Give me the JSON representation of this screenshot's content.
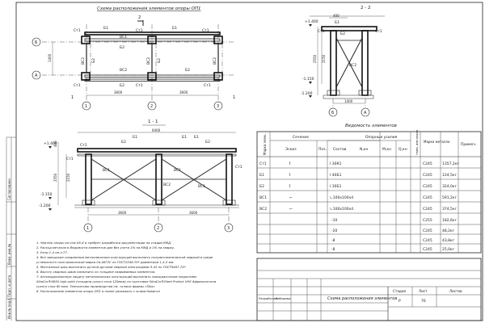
{
  "plan": {
    "title": "Схема расположения элементов опоры ОП1",
    "marks": [
      "Ст1",
      "Б1",
      "Ст1",
      "ВС1",
      "Б1",
      "Ст1",
      "Б2",
      "ВС2",
      "Б2",
      "ВС2",
      "ВС2",
      "ВС2",
      "Б2",
      "Б2",
      "Б2",
      "Ст1",
      "Ст1",
      "Ст1"
    ],
    "axes_letter": [
      "Б",
      "А"
    ],
    "axes_num": [
      "1",
      "2",
      "3"
    ],
    "dims": [
      "1400",
      "3600",
      "3600"
    ],
    "section_mark": "1",
    "section_mark2": "2"
  },
  "sec22": {
    "title": "2 - 2",
    "levels": [
      "+1.400",
      "-1.150",
      "-1.200"
    ],
    "marks": [
      "Б1",
      "Ст1",
      "Б2",
      "Ст1",
      "ВС2"
    ],
    "dims": [
      "2550",
      "2150",
      "400",
      "1400"
    ],
    "axes": [
      "Б",
      "А"
    ]
  },
  "sec11": {
    "title": "1 - 1",
    "levels": [
      "+1.400",
      "-1.150",
      "-1.200"
    ],
    "marks": [
      "Б2",
      "Б1",
      "Ст1",
      "Б1",
      "Б1",
      "Б2",
      "Ст1",
      "ВС1",
      "ВС1",
      "ВС2",
      "ВС1",
      "Ст1"
    ],
    "dims": [
      "6400",
      "400",
      "2550",
      "2150",
      "3600",
      "3600"
    ],
    "axes": [
      "1",
      "2",
      "3"
    ]
  },
  "table": {
    "title": "Ведомость элементов",
    "headers": [
      "Марка элем.",
      "Сечение",
      "Эскиз",
      "Поз.",
      "Состав",
      "Опорные усилия",
      "N,кн",
      "M,кн",
      "Q,кн",
      "Наим. или марка",
      "Марка металла",
      "Примеч."
    ],
    "rows": [
      {
        "mark": "Ст1",
        "sketch": "I",
        "comp": "I 30К1",
        "steel": "С245",
        "mass": "1357,2кг"
      },
      {
        "mark": "Б1",
        "sketch": "I",
        "comp": "I 40Б1",
        "steel": "С245",
        "mass": "124,5кг"
      },
      {
        "mark": "Б2",
        "sketch": "I",
        "comp": "I 30Б1",
        "steel": "С245",
        "mass": "324,0кг"
      },
      {
        "mark": "ВС1",
        "sketch": "⌐",
        "comp": "∟100х100х4",
        "steel": "С245",
        "mass": "591,2кг"
      },
      {
        "mark": "ВС2",
        "sketch": "⌐",
        "comp": "∟100х100х4",
        "steel": "С245",
        "mass": "374,5кг"
      }
    ],
    "extra": [
      {
        "comp": "-10",
        "steel": "С255",
        "mass": "182,6кг"
      },
      {
        "comp": "-20",
        "steel": "С245",
        "mass": "48,2кг"
      },
      {
        "comp": "-8",
        "steel": "С245",
        "mass": "43,8кг"
      },
      {
        "comp": "-8",
        "steel": "С245",
        "mass": "25,0кг"
      }
    ]
  },
  "notes": [
    "1. Чертёж опоры на отм.ХХ.Х и требует разработки документации на стадии КМД.",
    "2. Расход металла в Ведомости элементов дан без учета 1% на КМД и 1% на сварку.",
    "3. Узлы 1-4 см.л.77.",
    "4. Все заводские соединения металлических конструкций выполнить полуавтоматической сваркой в среде",
    "углекислого газа проволокой марки Св-08Г2С по ГОСТ2246-70* диаметром 1,4-2 мм.",
    "5. Монтажные швы выполнить ручной дуговой сваркой электродами Э-42 по ГОСТ9467-75*.",
    "6. Высоту сварных швов назначить по толщине свариваемых элементов.",
    "7. Антикоррозионную защиту металлических конструкций выполнить лакокрасочным покрытием",
    "SikaCor®6630 high-solid (толщина сухого слоя 120мкм) по грунтовке SikaCor®Steel Protect VHS Африкольтона",
    "сухого слоя 80 мкм. Технологию производства см. «ключе фирмы «Sika»",
    "8. Расположение элементов опоры ОП1 в плане увязывать с осями Навигоп"
  ],
  "stamp": {
    "title": "Схема расположения элементов",
    "stage_h": "Стадия",
    "sheet_h": "Лист",
    "sheets_h": "Листов",
    "stage": "Р",
    "sheet": "76",
    "role": "Разработал",
    "name": "Лебедева"
  },
  "side": [
    "Согласовано",
    "Инв.№ подл.",
    "Подп. и дата",
    "Взам. инв.№"
  ]
}
